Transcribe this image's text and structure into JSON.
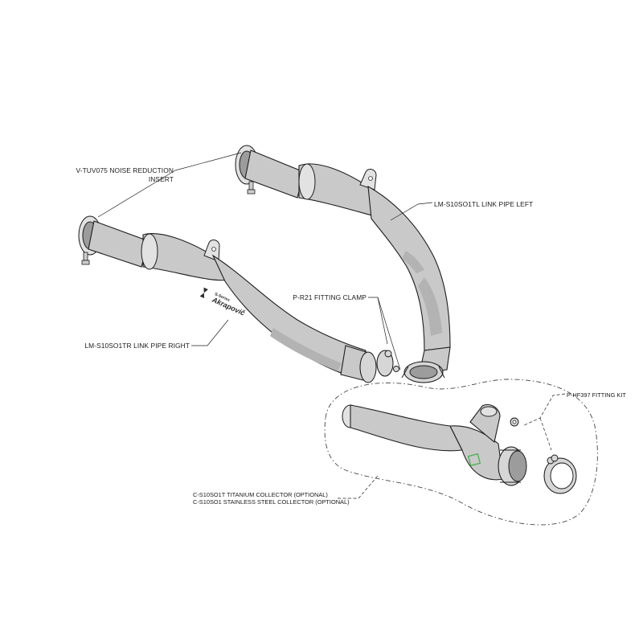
{
  "labels": {
    "insert_line1": "V-TUV075 NOISE REDUCTION",
    "insert_line2": "INSERT",
    "link_pipe_left": "LM-S10SO1TL LINK PIPE LEFT",
    "fitting_clamp": "P-R21  FITTING CLAMP",
    "link_pipe_right": "LM-S10SO1TR LINK PIPE RIGHT",
    "fitting_kit": "P-HF397 FITTING KIT",
    "collector_titanium": "C-S10SO1T TITANIUM COLLECTOR (OPTIONAL)",
    "collector_steel": "C-S10SO1  STAINLESS STEEL COLLECTOR (OPTIONAL)"
  },
  "brand_mark": {
    "text": "Akrapovič",
    "series": "S-Series"
  },
  "colors": {
    "line": "#1e1e1e",
    "pipe_fill": "#c9c9c9",
    "pipe_shadow": "#9c9c9c",
    "highlight": "#4caf50"
  }
}
